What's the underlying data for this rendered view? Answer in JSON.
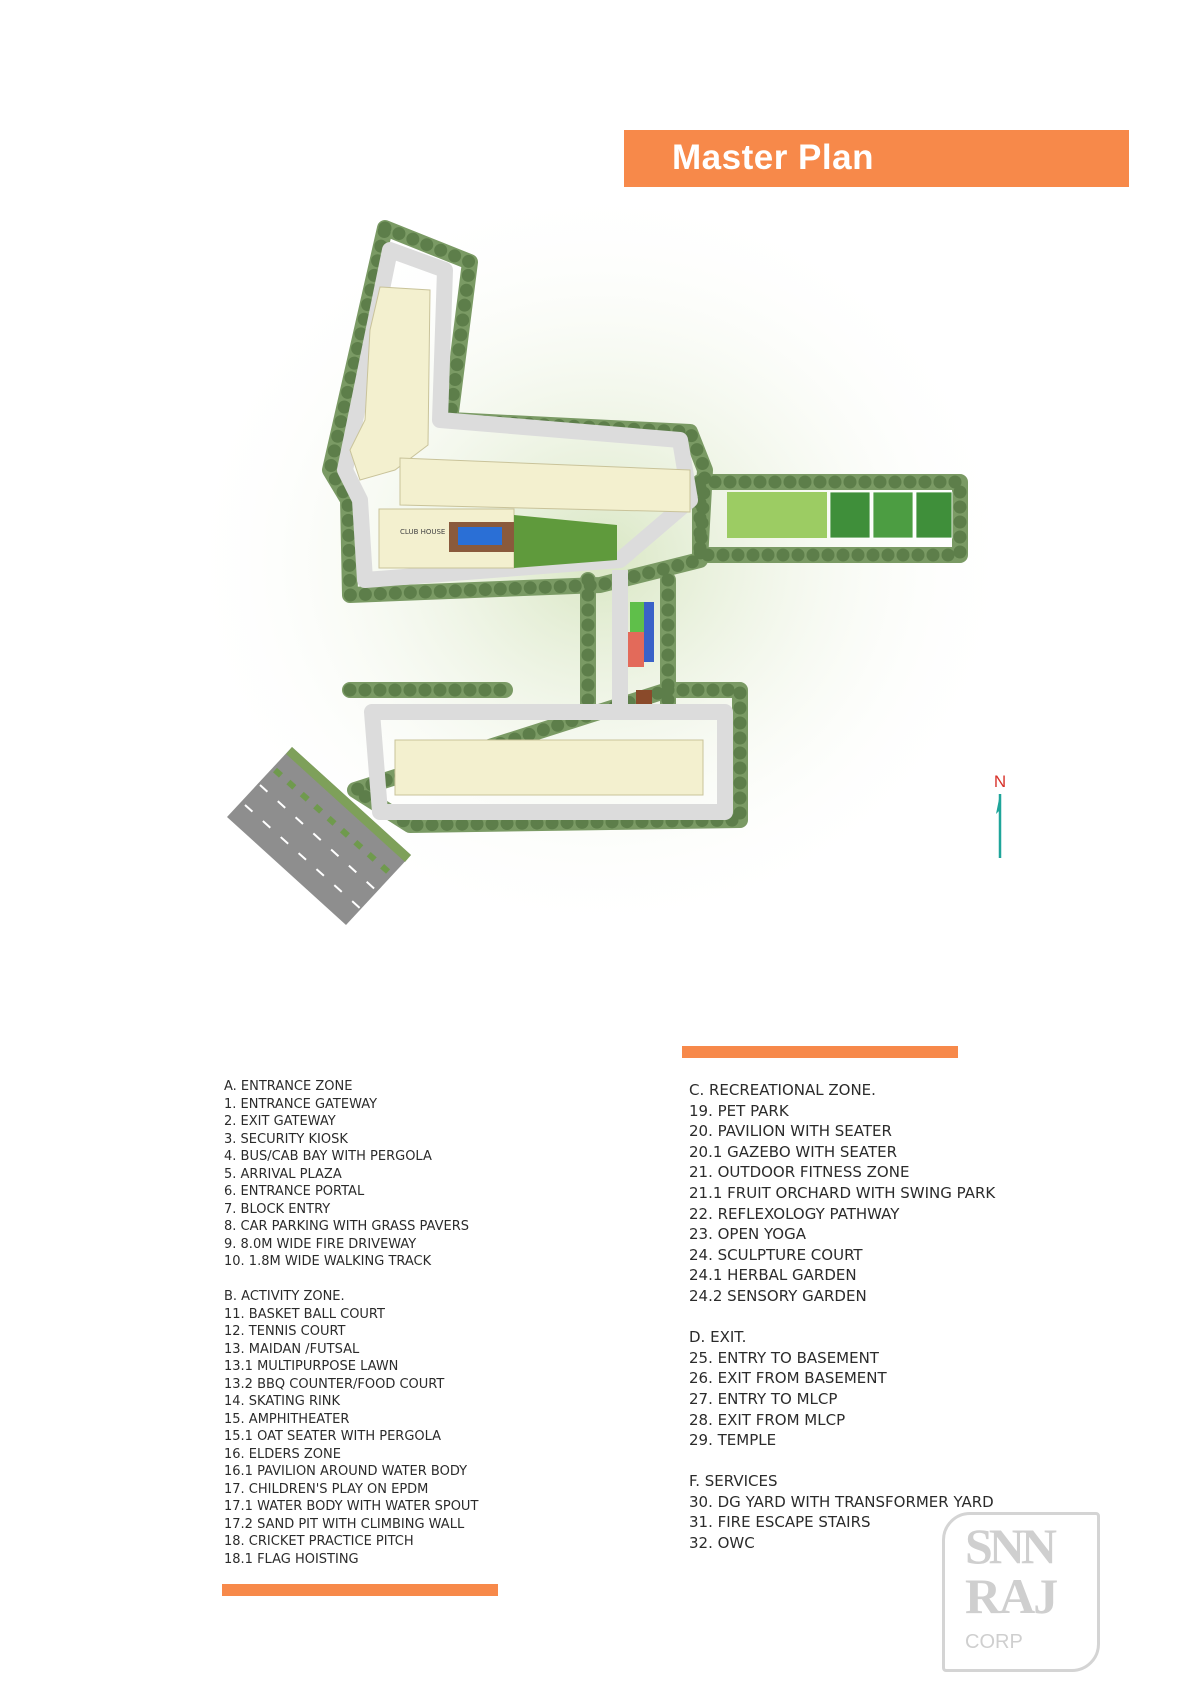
{
  "header": {
    "title": "Master Plan"
  },
  "compass": {
    "label": "N"
  },
  "map_labels": {
    "club_house": "CLUB HOUSE"
  },
  "legend_left": [
    {
      "heading": "A.  ENTRANCE ZONE",
      "items": [
        "1. ENTRANCE GATEWAY",
        "2. EXIT GATEWAY",
        "3. SECURITY KIOSK",
        "4. BUS/CAB BAY WITH PERGOLA",
        "5. ARRIVAL PLAZA",
        "6. ENTRANCE PORTAL",
        "7. BLOCK ENTRY",
        "8. CAR PARKING WITH GRASS PAVERS",
        "9. 8.0M WIDE FIRE DRIVEWAY",
        "10. 1.8M WIDE WALKING TRACK"
      ]
    },
    {
      "heading": "B.  ACTIVITY ZONE.",
      "items": [
        "11. BASKET BALL COURT",
        "12. TENNIS COURT",
        "13. MAIDAN /FUTSAL",
        "13.1 MULTIPURPOSE LAWN",
        "13.2 BBQ COUNTER/FOOD COURT",
        "14. SKATING RINK",
        "15. AMPHITHEATER",
        "15.1 OAT SEATER WITH PERGOLA",
        "16. ELDERS ZONE",
        "16.1 PAVILION AROUND WATER BODY",
        "17. CHILDREN'S PLAY ON EPDM",
        "17.1 WATER BODY WITH WATER SPOUT",
        "17.2 SAND PIT WITH CLIMBING WALL",
        "18. CRICKET PRACTICE PITCH",
        "18.1 FLAG HOISTING"
      ]
    }
  ],
  "legend_right": [
    {
      "heading": "C.  RECREATIONAL ZONE.",
      "items": [
        "19. PET PARK",
        "20. PAVILION WITH SEATER",
        "20.1 GAZEBO WITH SEATER",
        "21. OUTDOOR FITNESS ZONE",
        "21.1 FRUIT ORCHARD WITH SWING PARK",
        "22.  REFLEXOLOGY  PATHWAY",
        "23. OPEN YOGA",
        "24. SCULPTURE COURT",
        "24.1 HERBAL GARDEN",
        "24.2 SENSORY GARDEN"
      ]
    },
    {
      "heading": "D. EXIT.",
      "items": [
        "25. ENTRY TO BASEMENT",
        "26. EXIT FROM BASEMENT",
        "27. ENTRY TO MLCP",
        "28. EXIT FROM MLCP",
        "29. TEMPLE"
      ]
    },
    {
      "heading": "F.  SERVICES",
      "items": [
        "30. DG YARD WITH TRANSFORMER YARD",
        "31. FIRE ESCAPE STAIRS",
        "32. OWC"
      ]
    }
  ],
  "logo": {
    "line1": "SNN",
    "line2": "RAJ",
    "line3": "CORP"
  },
  "colors": {
    "accent": "#f7894a",
    "tree": "#6f8f5a",
    "building": "#f3f0cf",
    "road": "#d9d9d9"
  }
}
